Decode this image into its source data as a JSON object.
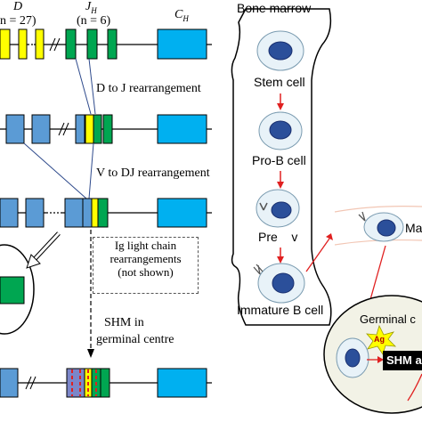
{
  "gene": {
    "d_label": "D",
    "d_count": "n = 27)",
    "jh_label": "J",
    "jh_sub": "H",
    "jh_count": "(n = 6)",
    "ch_label": "C",
    "ch_sub": "H"
  },
  "steps": {
    "d_to_j": "D to J rearrangement",
    "v_to_dj": "V to DJ rearrangement",
    "light_chain": [
      "Ig light chain",
      "rearrangements",
      "(not shown)"
    ],
    "shm": [
      "SHM in",
      "germinal centre"
    ]
  },
  "marrow": {
    "title": "Bone marrow",
    "stem": "Stem cell",
    "prob": "Pro-B cell",
    "preb": "Pre    v",
    "immature": "Immature B cell"
  },
  "periphery": {
    "mature": "Ma",
    "germinal": "Germinal c",
    "ag": "Ag",
    "shm_box": "SHM a"
  },
  "colors": {
    "v_segment": "#5b9bd5",
    "d_segment": "#ffff00",
    "j_segment": "#00a651",
    "c_segment": "#00b0f0",
    "arrow_red": "#e02020",
    "germinal_bg": "#f2f2e6",
    "ag_star": "#ffff00"
  }
}
